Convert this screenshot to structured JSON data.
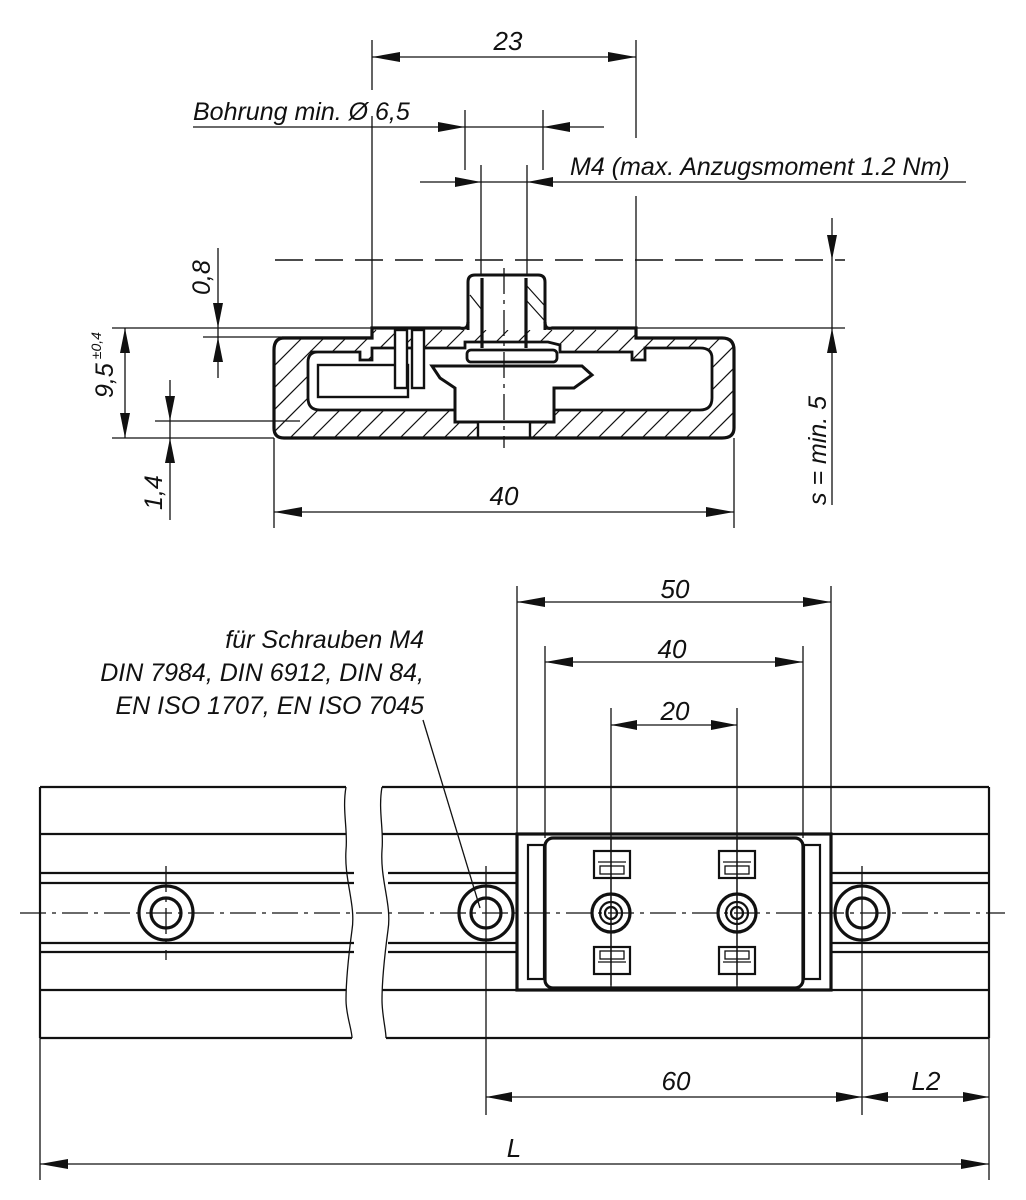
{
  "drawing": {
    "title": "Slot nut carriage technical drawing",
    "colors": {
      "line": "#111111",
      "background": "#ffffff"
    },
    "section_view": {
      "dim_width_top": "23",
      "bore_label": "Bohrung min. Ø 6,5",
      "thread_label": "M4 (max. Anzugsmoment 1.2 Nm)",
      "dim_0_8": "0,8",
      "dim_9_5": "9,5",
      "dim_9_5_tolerance": "±0,4",
      "dim_1_4": "1,4",
      "dim_width_bottom": "40",
      "dim_s": "s = min. 5"
    },
    "plan_view": {
      "dim_50": "50",
      "dim_40": "40",
      "dim_20": "20",
      "screw_note_line1": "für Schrauben M4",
      "screw_note_line2": "DIN 7984, DIN 6912, DIN 84,",
      "screw_note_line3": "EN ISO 1707, EN ISO 7045",
      "dim_60": "60",
      "dim_L2": "L2",
      "dim_L": "L"
    }
  }
}
